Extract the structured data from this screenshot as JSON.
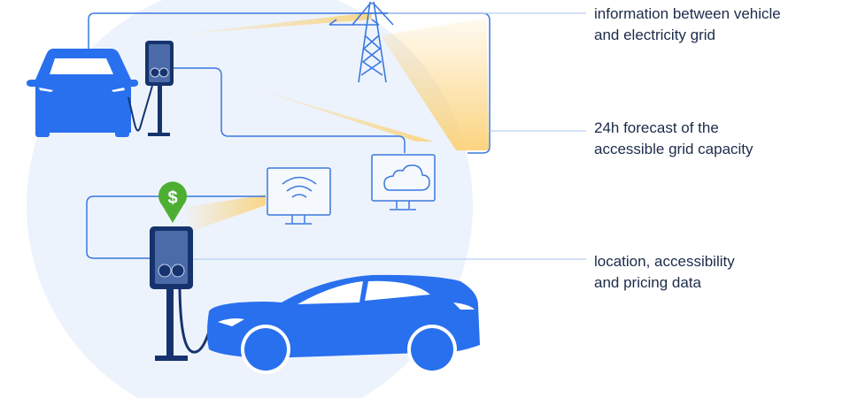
{
  "labels": {
    "grid_info": [
      "information between vehicle",
      "and electricity grid"
    ],
    "forecast": [
      "24h forecast of the",
      "accessible grid capacity"
    ],
    "location": [
      "location, accessibility",
      "and pricing data"
    ]
  },
  "icons": {
    "price_marker": "$"
  },
  "colors": {
    "car": "#2870ee",
    "charger": "#16336e",
    "line": "#3a78e0",
    "background_circle": "#edf3fc",
    "glow": "#fbd27a",
    "price_marker": "#4caf32",
    "text": "#1c2b4a"
  }
}
